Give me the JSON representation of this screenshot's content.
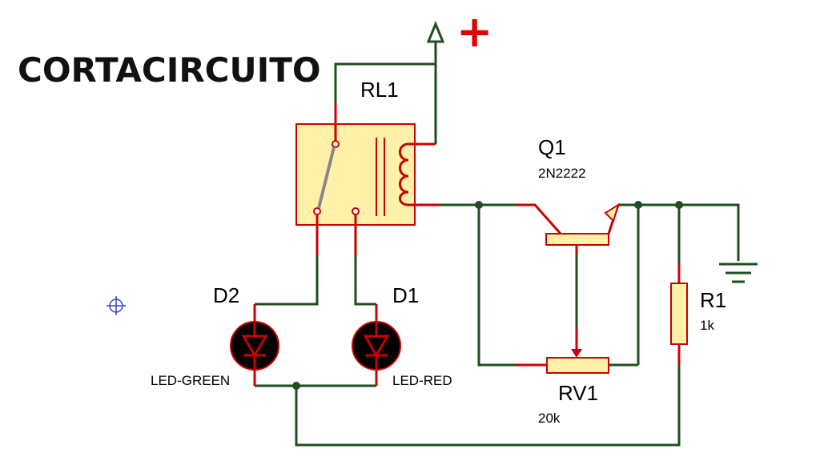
{
  "title": "CORTACIRCUITO",
  "supply_symbol": "+",
  "components": {
    "relay": {
      "ref": "RL1"
    },
    "transistor": {
      "ref": "Q1",
      "value": "2N2222"
    },
    "resistor": {
      "ref": "R1",
      "value": "1k"
    },
    "potentiometer": {
      "ref": "RV1",
      "value": "20k"
    },
    "led_green": {
      "ref": "D2",
      "value": "LED-GREEN"
    },
    "led_red": {
      "ref": "D1",
      "value": "LED-RED"
    }
  },
  "colors": {
    "wire": "#1f4d1f",
    "pin": "#cc0000",
    "body_fill": "#fff2a8",
    "body_stroke": "#cc0000",
    "plus": "#e00000",
    "led_body": "#000000",
    "cursor": "#3344cc"
  },
  "icons": [
    "power-arrow-icon",
    "ground-icon",
    "crosshair-icon"
  ]
}
